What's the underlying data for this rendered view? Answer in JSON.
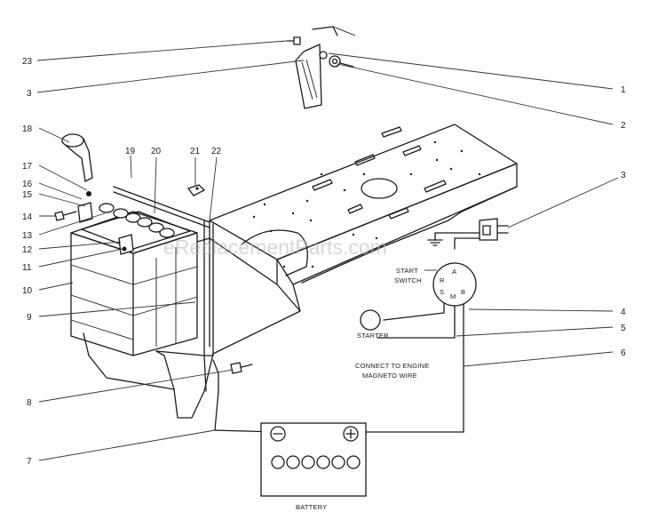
{
  "watermark": "eReplacementParts.com",
  "labels": {
    "start_switch_1": "START",
    "start_switch_2": "SWITCH",
    "switch_terminals": [
      "A",
      "R",
      "S",
      "M",
      "B"
    ],
    "starter": "STARTER",
    "connect_1": "CONNECT TO ENGINE",
    "connect_2": "MAGNETO WIRE",
    "battery": "BATTERY"
  },
  "callouts": {
    "c23": "23",
    "c3a": "3",
    "c1": "1",
    "c2": "2",
    "c18": "18",
    "c17": "17",
    "c16": "16",
    "c15": "15",
    "c14": "14",
    "c13": "13",
    "c12": "12",
    "c11": "11",
    "c10": "10",
    "c9": "9",
    "c8": "8",
    "c7": "7",
    "c19": "19",
    "c20": "20",
    "c21": "21",
    "c22": "22",
    "c3b": "3",
    "c4": "4",
    "c5": "5",
    "c6": "6"
  }
}
